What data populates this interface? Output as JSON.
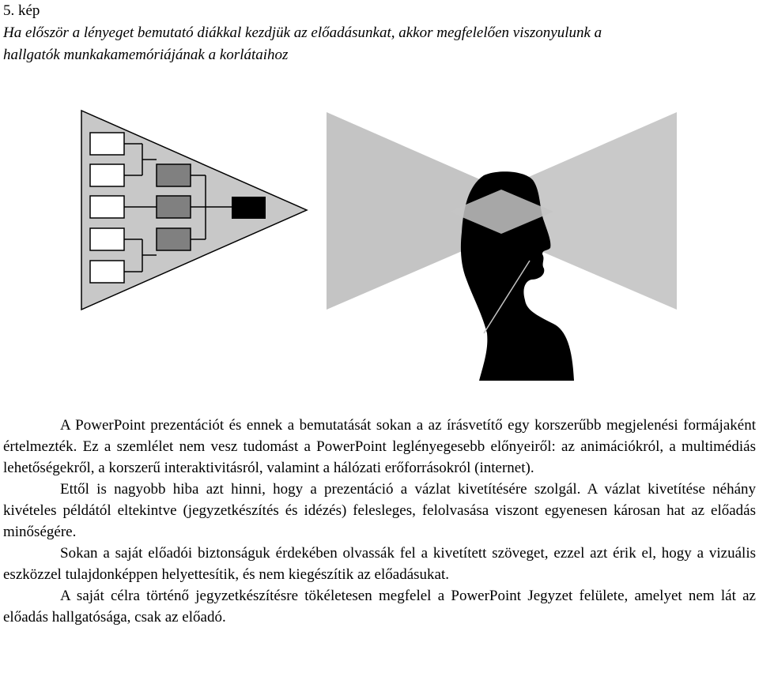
{
  "figure": {
    "label": "5. kép",
    "caption": "Ha először a lényeget bemutató diákkal kezdjük az előadásunkat, akkor megfelelően viszonyulunk a hallgatók munkakamemóriájának a korlátaihoz"
  },
  "paragraphs": [
    "A PowerPoint prezentációt és ennek a bemutatását sokan a az írásvetítő egy korszerűbb megjelenési formájaként értelmezték. Ez a szemlélet nem vesz tudomást a PowerPoint leglényegesebb előnyeiről: az animációkról, a multimédiás lehetőségekről, a korszerű interaktivitásról, valamint a hálózati erőforrásokról (internet).",
    "Ettől is nagyobb hiba azt hinni, hogy a prezentáció a vázlat kivetítésére szolgál. A vázlat kivetítése néhány kivételes példától eltekintve (jegyzetkészítés és idézés) felesleges, felolvasása viszont egyenesen károsan hat az előadás minőségére.",
    "Sokan a saját előadói biztonságuk érdekében olvassák fel a kivetített szöveget, ezzel azt érik el, hogy a vizuális eszközzel tulajdonképpen helyettesítik, és nem kiegészítik az előadásukat.",
    "A saját célra történő jegyzetkészítésre tökéletesen megfelel a PowerPoint Jegyzet felülete, amelyet nem lát az előadás hallgatósága, csak az előadó."
  ],
  "colors": {
    "triangle_fill": "#c8c8c8",
    "light_box": "#ffffff",
    "mid_box": "#808080",
    "dark_box": "#000000",
    "beam": "#c4c4c4",
    "silhouette": "#000000"
  }
}
